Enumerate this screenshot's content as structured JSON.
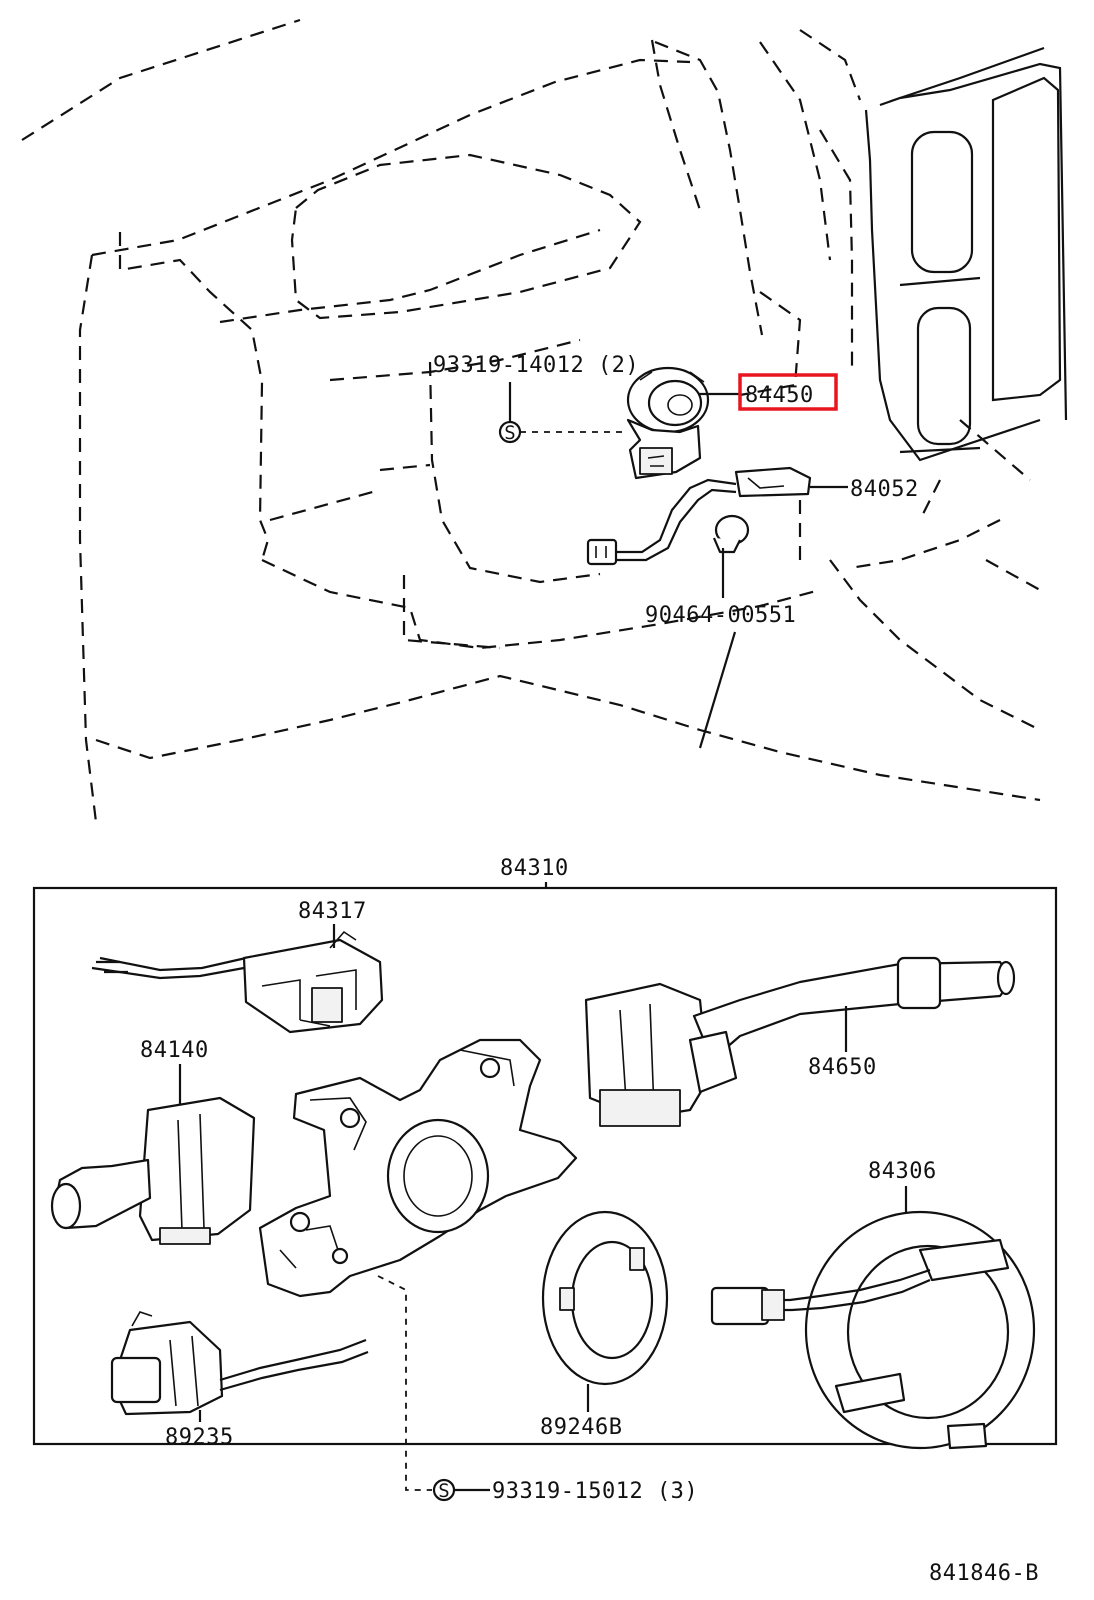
{
  "diagram_id": "841846-B",
  "highlight_color": "#e8141e",
  "labels": {
    "p84450": "84450",
    "p84052": "84052",
    "p93319_14012": "93319-14012 (2)",
    "p90464": "90464-00551",
    "p84310": "84310",
    "p84317": "84317",
    "p84140": "84140",
    "p84650": "84650",
    "p84306": "84306",
    "p89235": "89235",
    "p89246B": "89246B",
    "p93319_15012": "93319-15012 (3)"
  },
  "screw_symbol": "S",
  "icons": {
    "ignition_switch": "ignition-switch-icon",
    "wire_harness": "wire-harness-icon",
    "grommet": "grommet-icon",
    "screw": "screw-icon",
    "combination_switch": "combination-switch-icon",
    "lamp_switch": "lamp-switch-icon",
    "wiper_switch": "wiper-switch-icon",
    "spiral_cable": "spiral-cable-icon",
    "sensor": "sensor-icon",
    "ring": "ring-icon",
    "connector": "connector-icon"
  }
}
